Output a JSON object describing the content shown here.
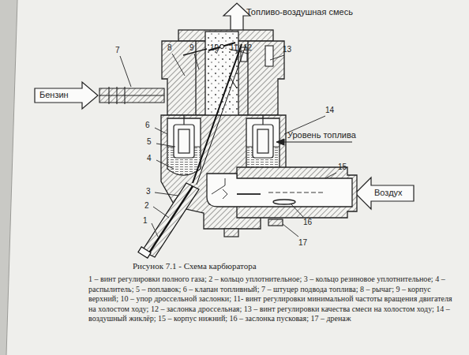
{
  "diagram": {
    "caption": "Рисунок 7.1 - Схема карбюратора",
    "labels": [
      "Топливо-воздушная смесь",
      "Бензин",
      "Воздух",
      "Уровень топлива",
      "7",
      "8",
      "9",
      "10",
      "11",
      "12",
      "13",
      "6",
      "5",
      "4",
      "3",
      "2",
      "1",
      "14",
      "15",
      "16",
      "17",
      "1 – винт регулировки полного газа; 2 – кольцо уплотнительное; 3 – кольцо резиновое уплотнительное; 4 – распылитель; 5 – поплавок; 6 – клапан топливный; 7 – штуцер подвода топлива; 8 – рычаг; 9 – корпус верхний; 10 – упор дроссельной заслонки; 11- винт регулировки минимальной частоты вращения двигателя на холостом ходу; 12 – заслонка дроссельная; 13 – винт регулировки качества смеси на холостом ходу; 14 – воздушный жиклёр; 15 – корпус нижний; 16 – заслонка пусковая; 17 – дренаж"
    ]
  }
}
